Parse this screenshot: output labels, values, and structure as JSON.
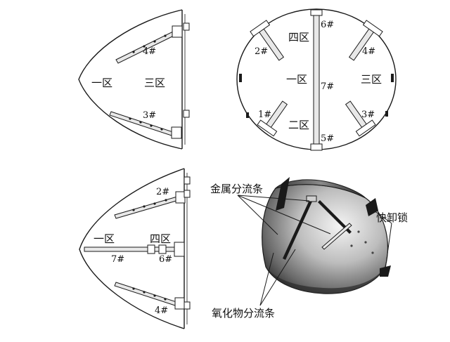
{
  "panel_side_top": {
    "zones": [
      "一区",
      "三区"
    ],
    "strips": [
      "4#",
      "3#"
    ]
  },
  "panel_front": {
    "zones": [
      "四区",
      "一区",
      "三区",
      "二区"
    ],
    "strips": [
      "6#",
      "2#",
      "4#",
      "7#",
      "1#",
      "3#",
      "5#"
    ]
  },
  "panel_side_bottom": {
    "zones": [
      "一区",
      "四区"
    ],
    "strips": [
      "2#",
      "7#",
      "6#",
      "4#"
    ]
  },
  "panel_3d": {
    "callouts": {
      "metal_strip": "金属分流条",
      "quick_release": "快卸锁",
      "oxide_strip": "氧化物分流条"
    }
  },
  "colors": {
    "line": "#1a1a1a",
    "strip_fill": "#e8e8e8",
    "cone_dark": "#2a2a2a",
    "cone_light": "#cfcfcf"
  }
}
